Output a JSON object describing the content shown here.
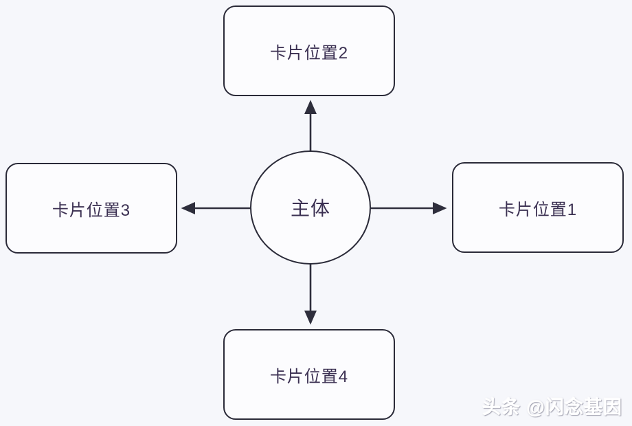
{
  "diagram": {
    "center": {
      "label": "主体",
      "shape": "circle"
    },
    "cards": [
      {
        "id": 1,
        "label": "卡片位置1",
        "position": "right"
      },
      {
        "id": 2,
        "label": "卡片位置2",
        "position": "top"
      },
      {
        "id": 3,
        "label": "卡片位置3",
        "position": "left"
      },
      {
        "id": 4,
        "label": "卡片位置4",
        "position": "bottom"
      }
    ],
    "arrows": [
      {
        "from": "center",
        "to": "卡片位置1",
        "direction": "right"
      },
      {
        "from": "center",
        "to": "卡片位置2",
        "direction": "up"
      },
      {
        "from": "center",
        "to": "卡片位置3",
        "direction": "left"
      },
      {
        "from": "center",
        "to": "卡片位置4",
        "direction": "down"
      }
    ],
    "colors": {
      "background": "#f6f7fb",
      "node_background": "#fcfcfe",
      "node_border": "#2a2a38",
      "node_text": "#3b3052",
      "arrow": "#2e2e3c"
    }
  },
  "watermark": {
    "text": "头条 @闪念基因"
  }
}
